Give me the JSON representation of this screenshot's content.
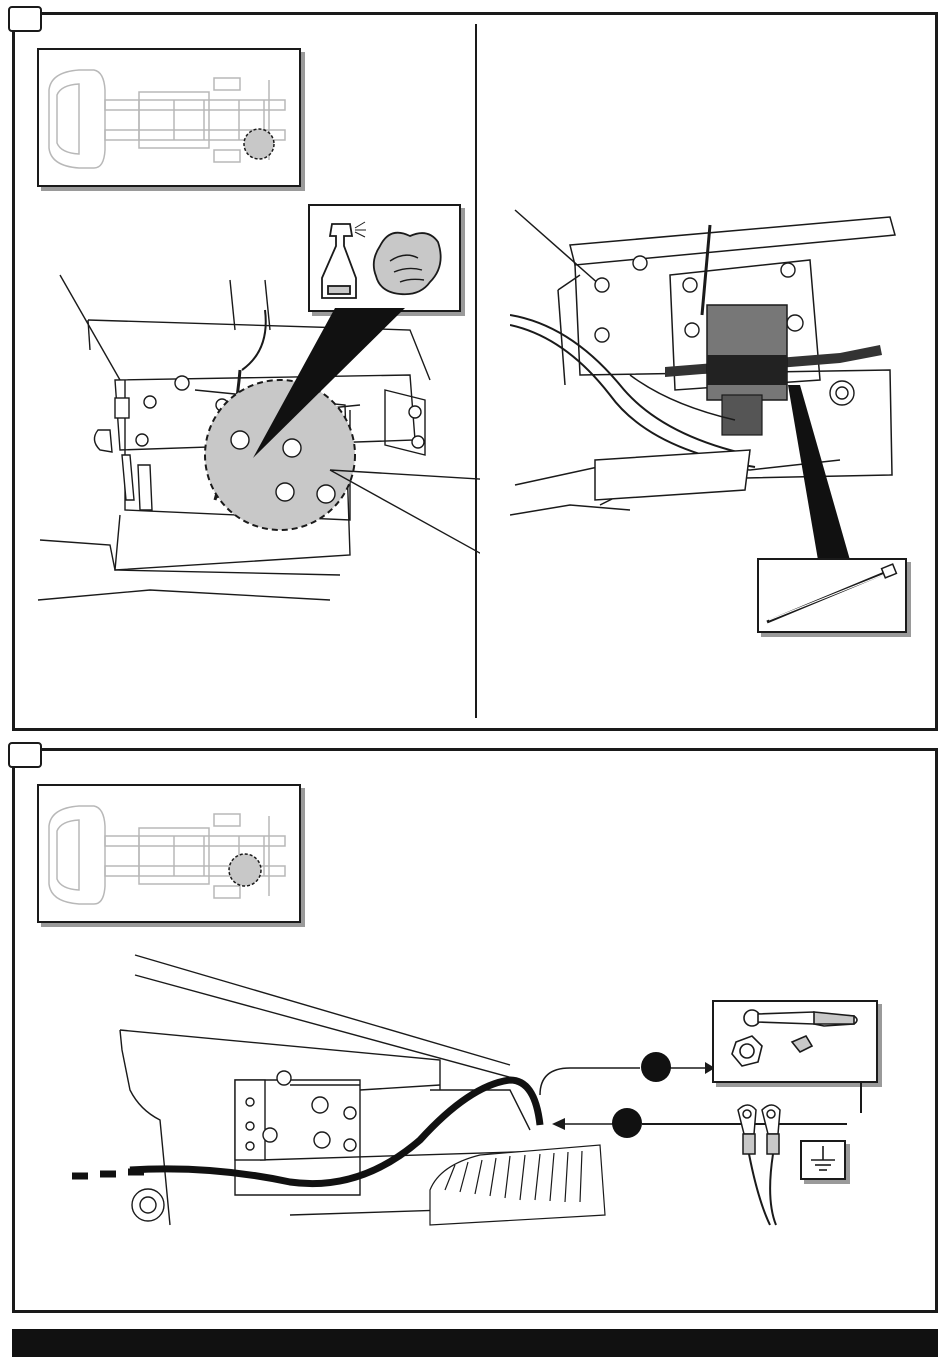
{
  "document": {
    "type": "installation-instructions",
    "steps": [
      {
        "tab_label": "",
        "panels": [
          "location-overview",
          "clean-surface",
          "relay-mount"
        ]
      },
      {
        "tab_label": "",
        "panels": [
          "location-overview",
          "ground-connection"
        ]
      }
    ],
    "icons": {
      "cleaning": "spray-bottle-and-cloth-icon",
      "cable_tie": "cable-tie-icon",
      "tools": "ratchet-nut-and-washer-icon",
      "ground": "earth-ground-icon"
    },
    "callouts": {
      "remove_marker": "",
      "attach_marker": ""
    },
    "colors": {
      "line": "#1a1a1a",
      "highlight": "#c8c8c8",
      "shadow": "#9a9a9a",
      "footer": "#111111"
    },
    "footer": {
      "text": ""
    }
  }
}
